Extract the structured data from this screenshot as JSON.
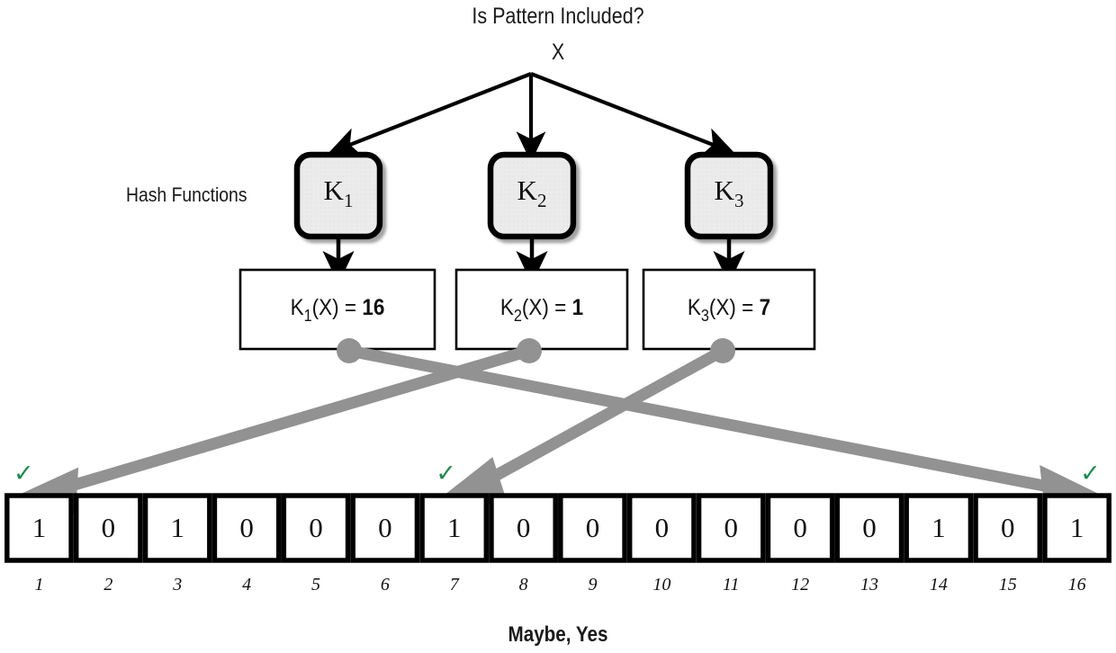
{
  "diagram": {
    "title": "Is Pattern Included?",
    "input_label": "X",
    "hash_functions_label": "Hash Functions",
    "caption": "Maybe, Yes",
    "colors": {
      "arrow_black": "#000000",
      "arrow_gray": "#929292",
      "check_green": "#1a8a4b",
      "hash_box_fill": "#ebebeb",
      "cell_stroke": "#000000"
    },
    "hash_boxes": [
      {
        "name": "K-1",
        "letter": "K",
        "subscript": "1"
      },
      {
        "name": "K-2",
        "letter": "K",
        "subscript": "2"
      },
      {
        "name": "K-3",
        "letter": "K",
        "subscript": "3"
      }
    ],
    "results": [
      {
        "letter": "K",
        "subscript": "1",
        "arg": "(X)",
        "eq": "=",
        "value": "16"
      },
      {
        "letter": "K",
        "subscript": "2",
        "arg": "(X)",
        "eq": "=",
        "value": "1"
      },
      {
        "letter": "K",
        "subscript": "3",
        "arg": "(X)",
        "eq": "=",
        "value": "7"
      }
    ],
    "bit_array": {
      "indices": [
        "1",
        "2",
        "3",
        "4",
        "5",
        "6",
        "7",
        "8",
        "9",
        "10",
        "11",
        "12",
        "13",
        "14",
        "15",
        "16"
      ],
      "bits": [
        "1",
        "0",
        "1",
        "0",
        "0",
        "0",
        "1",
        "0",
        "0",
        "0",
        "0",
        "0",
        "0",
        "1",
        "0",
        "1"
      ],
      "checked_indices": [
        1,
        7,
        16
      ],
      "check_glyph": "✓"
    },
    "mappings": [
      {
        "from": "K-1",
        "to_index": 16
      },
      {
        "from": "K-2",
        "to_index": 1
      },
      {
        "from": "K-3",
        "to_index": 7
      }
    ]
  }
}
